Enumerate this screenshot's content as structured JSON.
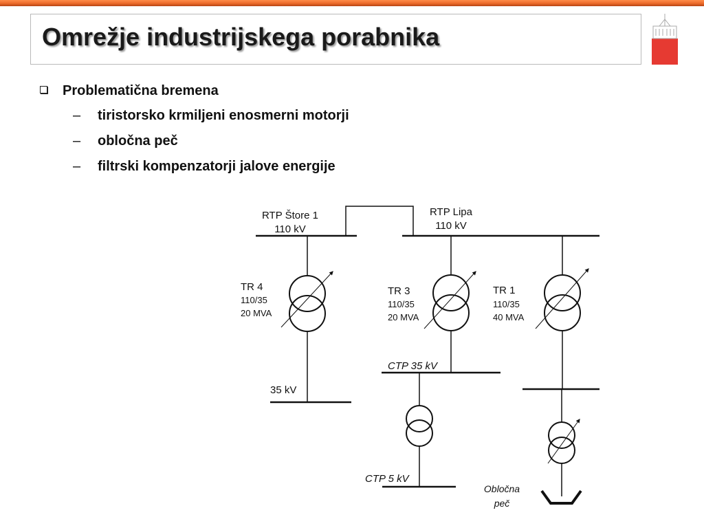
{
  "slide": {
    "title": "Omrežje industrijskega porabnika",
    "bullet": "Problematična bremena",
    "sub_items": [
      "tiristorsko krmiljeni enosmerni motorji",
      "obločna peč",
      "filtrski kompenzatorji jalove energije"
    ],
    "sub_marker": "–"
  },
  "diagram": {
    "rtp_store_name": "RTP Štore 1",
    "rtp_store_voltage": "110 kV",
    "rtp_lipa_name": "RTP Lipa",
    "rtp_lipa_voltage": "110 kV",
    "tr4_name": "TR 4",
    "tr4_ratio": "110/35",
    "tr4_power": "20 MVA",
    "tr3_name": "TR 3",
    "tr3_ratio": "110/35",
    "tr3_power": "20 MVA",
    "tr1_name": "TR 1",
    "tr1_ratio": "110/35",
    "tr1_power": "40 MVA",
    "bus_35": "35 kV",
    "ctp_35": "CTP 35 kV",
    "ctp_5": "CTP 5 kV",
    "furnace_line1": "Obločna",
    "furnace_line2": "peč"
  },
  "colors": {
    "accent_orange": "#ec6a2a",
    "logo_red": "#e63a32"
  }
}
